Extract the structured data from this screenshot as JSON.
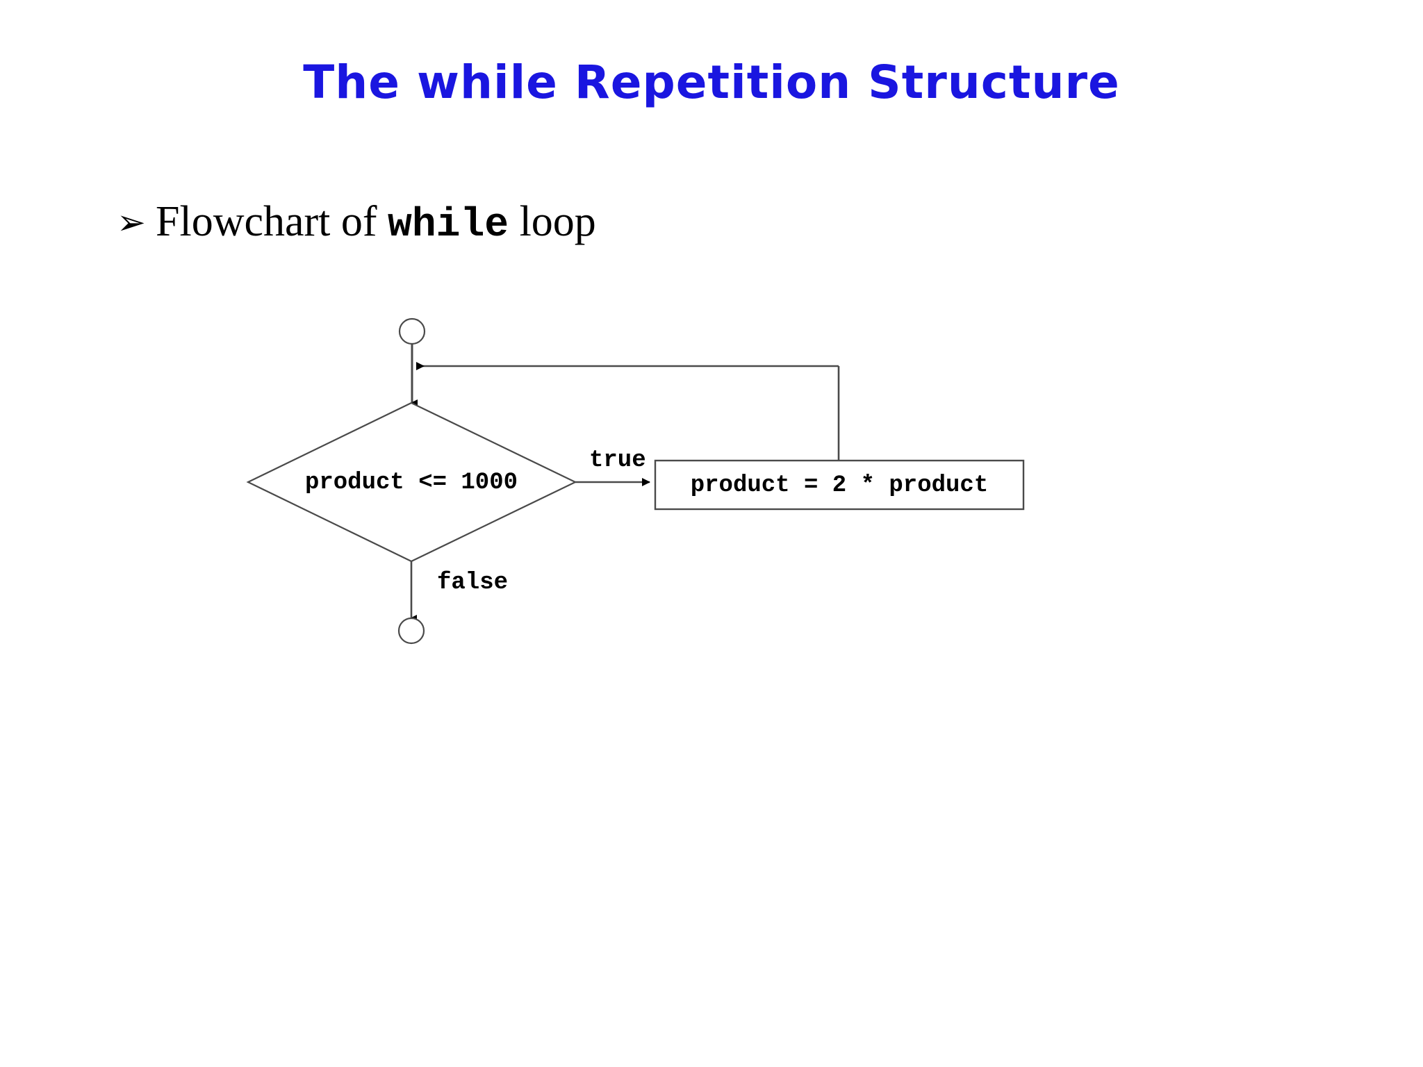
{
  "slide": {
    "title": "The while Repetition Structure",
    "title_color": "#1a16e0",
    "background_color": "#ffffff"
  },
  "bullet": {
    "marker": "triangle-arrow-bullet",
    "marker_glyph": "➢",
    "text_before": "Flowchart of ",
    "keyword": "while",
    "text_after": " loop"
  },
  "flowchart": {
    "start_node": "start-terminator-circle",
    "end_node": "end-terminator-circle",
    "decision_text": "product <= 1000",
    "process_text": "product = 2 * product",
    "branch_true_label": "true",
    "branch_false_label": "false",
    "line_color": "#404040",
    "shape_fill": "#ffffff"
  },
  "chart_data": {
    "type": "diagram",
    "title": "Flowchart of while loop",
    "nodes": [
      {
        "id": "start",
        "type": "terminator",
        "label": ""
      },
      {
        "id": "decision",
        "type": "decision",
        "label": "product <= 1000"
      },
      {
        "id": "process",
        "type": "process",
        "label": "product = 2 * product"
      },
      {
        "id": "end",
        "type": "terminator",
        "label": ""
      }
    ],
    "edges": [
      {
        "from": "start",
        "to": "decision",
        "label": ""
      },
      {
        "from": "decision",
        "to": "process",
        "label": "true"
      },
      {
        "from": "process",
        "to": "decision",
        "label": ""
      },
      {
        "from": "decision",
        "to": "end",
        "label": "false"
      }
    ]
  }
}
